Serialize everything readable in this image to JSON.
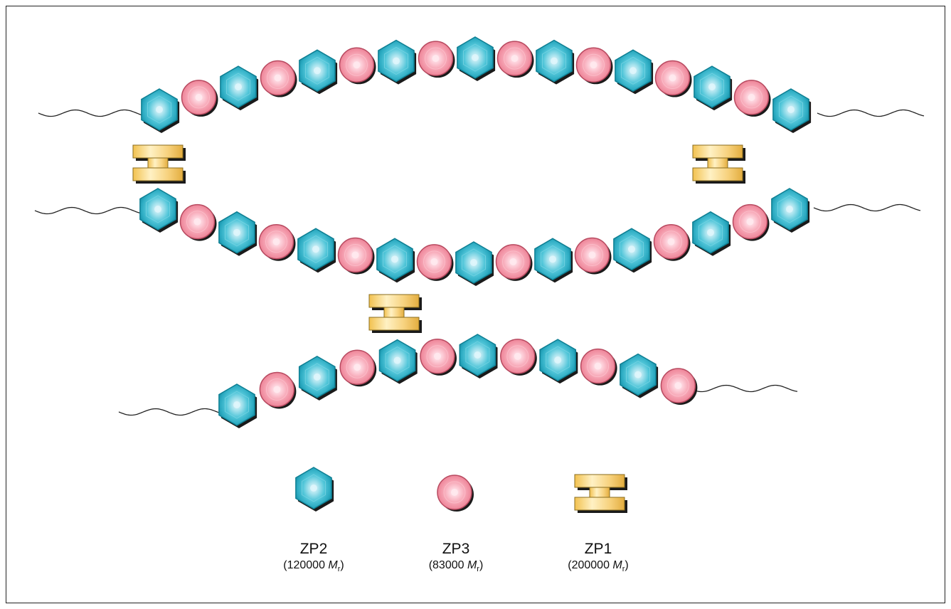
{
  "colors": {
    "zp2_edge": "#0e7f93",
    "zp2_fill": "#39c0d3",
    "zp2_core": "#dff6fb",
    "zp3_edge": "#b84a60",
    "zp3_fill": "#f59aaa",
    "zp3_core": "#ffe9ee",
    "zp1_edge": "#8a6d1f",
    "zp1_fill": "#f7d27e",
    "zp1_light": "#fff2c6",
    "filament": "#222222"
  },
  "legend": [
    {
      "id": "zp2",
      "name": "ZP2",
      "mass_value": "120000",
      "mass_unit": "M",
      "mass_sub": "r",
      "icon": "hexagon-icon"
    },
    {
      "id": "zp3",
      "name": "ZP3",
      "mass_value": "83000",
      "mass_unit": "M",
      "mass_sub": "r",
      "icon": "sphere-icon"
    },
    {
      "id": "zp1",
      "name": "ZP1",
      "mass_value": "200000",
      "mass_unit": "M",
      "mass_sub": "r",
      "icon": "crosslink-icon"
    }
  ]
}
